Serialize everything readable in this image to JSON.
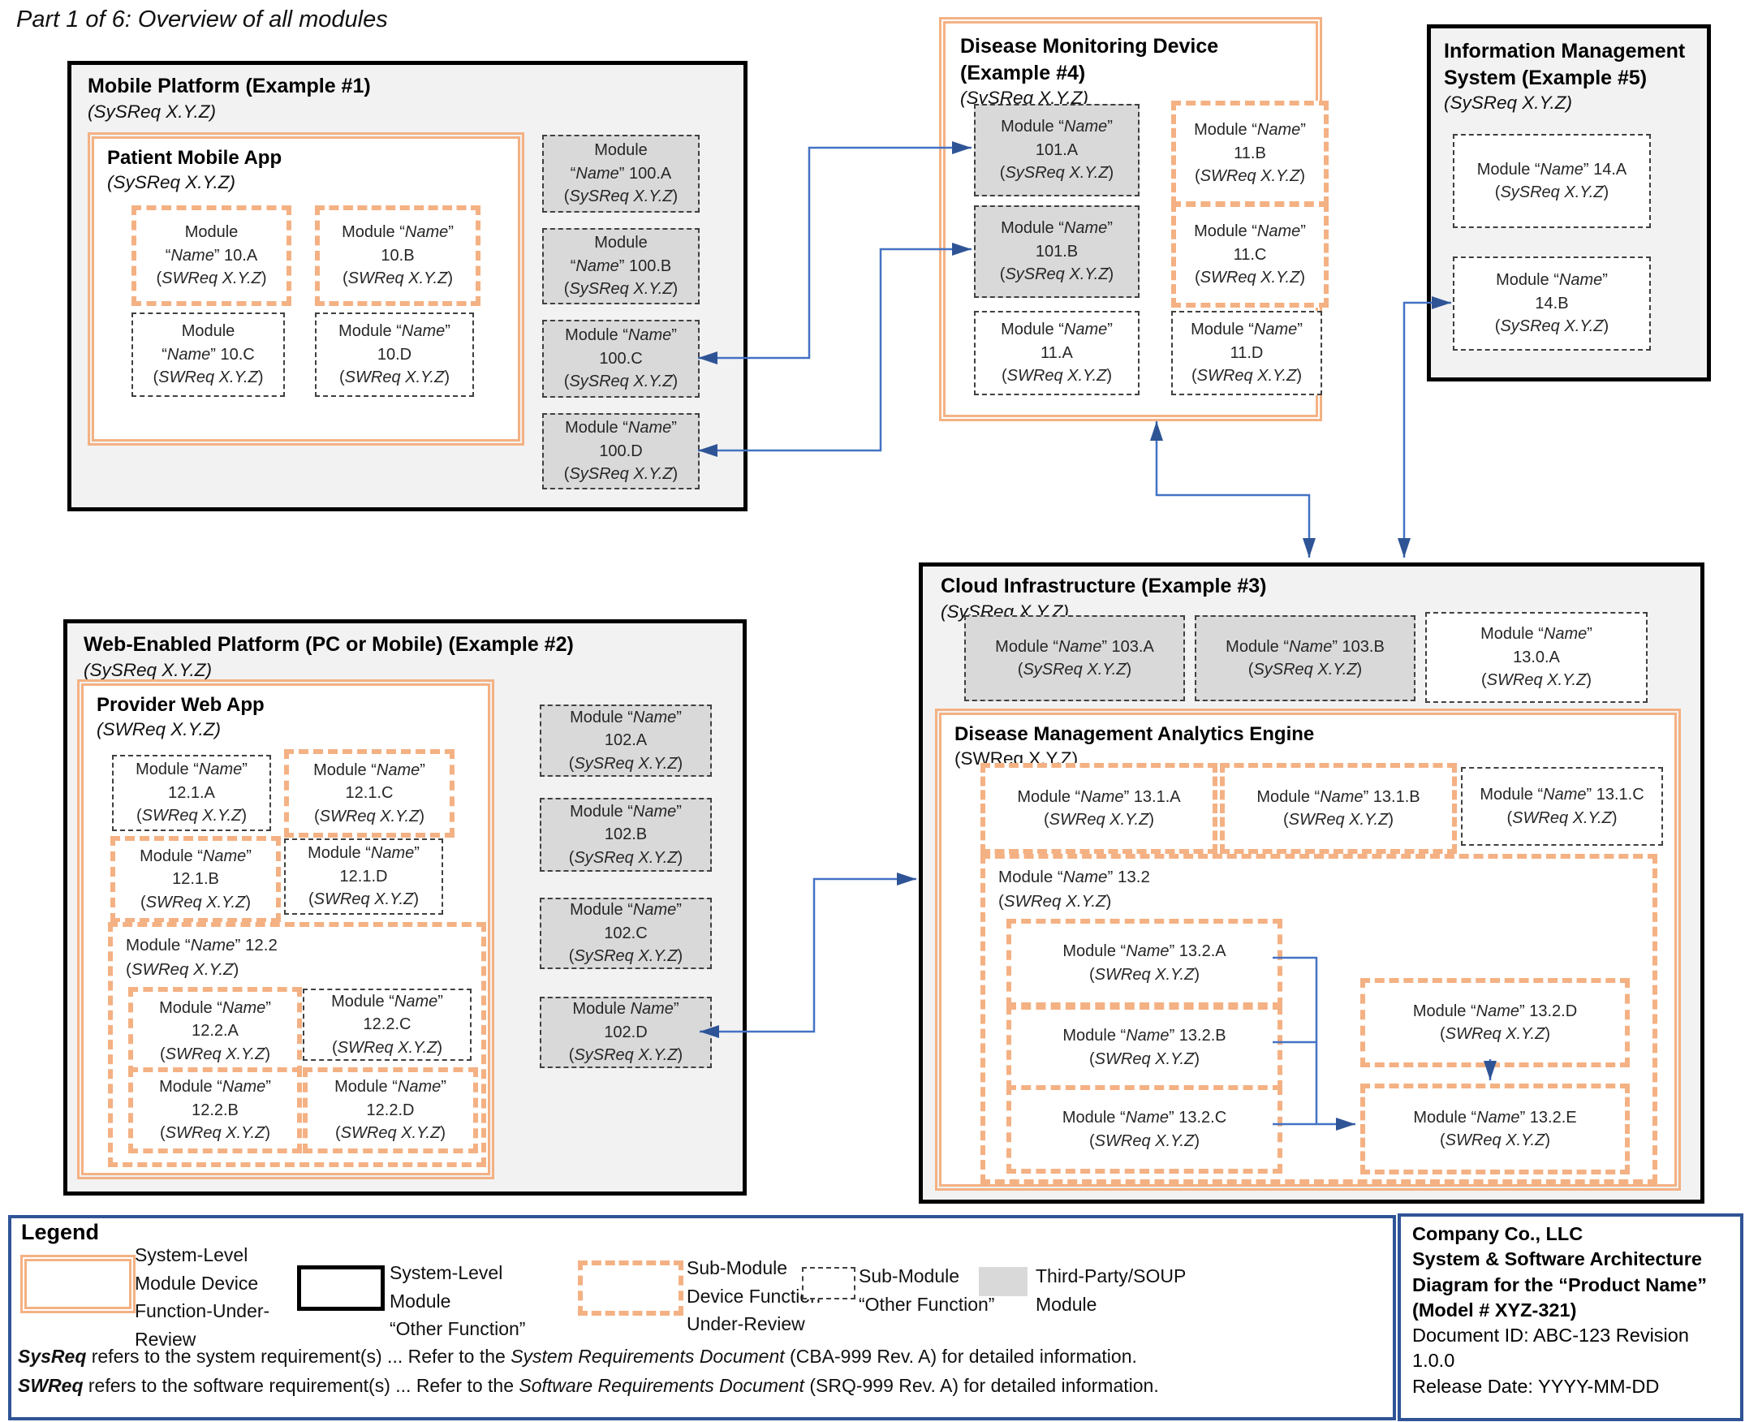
{
  "page": {
    "title": "Part 1 of 6: Overview of all modules"
  },
  "platforms": {
    "mobile": {
      "title": "Mobile Platform (Example #1)",
      "req": "(SySReq X.Y.Z)",
      "app": {
        "title": "Patient Mobile App",
        "req": "(SySReq X.Y.Z)"
      },
      "modules": {
        "m10A": [
          "Module",
          "“*Name*” 10.A",
          "(*SWReq X.Y.Z*)"
        ],
        "m10B": [
          "Module “*Name*”",
          "10.B",
          "(*SWReq X.Y.Z*)"
        ],
        "m10C": [
          "Module",
          "“*Name*” 10.C",
          "(*SWReq X.Y.Z*)"
        ],
        "m10D": [
          "Module “*Name*”",
          "10.D",
          "(*SWReq X.Y.Z*)"
        ],
        "m100A": [
          "Module",
          "“*Name*” 100.A",
          "(*SySReq X.Y.Z*)"
        ],
        "m100B": [
          "Module",
          "“*Name*” 100.B",
          "(*SySReq X.Y.Z*)"
        ],
        "m100C": [
          "Module “*Name*”",
          "100.C",
          "(*SySReq X.Y.Z*)"
        ],
        "m100D": [
          "Module “*Name*”",
          "100.D",
          "(*SySReq X.Y.Z*)"
        ]
      }
    },
    "web": {
      "title": "Web-Enabled Platform (PC or Mobile) (Example #2)",
      "req": "(SySReq X.Y.Z)",
      "app": {
        "title": "Provider Web App",
        "req": "(SWReq X.Y.Z)"
      },
      "modules": {
        "m121A": [
          "Module “*Name*”",
          "12.1.A",
          "(*SWReq X.Y.Z*)"
        ],
        "m121C": [
          "Module “*Name*”",
          "12.1.C",
          "(*SWReq X.Y.Z*)"
        ],
        "m121B": [
          "Module “*Name*”",
          "12.1.B",
          "(*SWReq X.Y.Z*)"
        ],
        "m121D": [
          "Module “*Name*”",
          "12.1.D",
          "(*SWReq X.Y.Z*)"
        ],
        "m122_title": [
          "Module “*Name*” 12.2",
          "(*SWReq X.Y.Z*)"
        ],
        "m122A": [
          "Module “*Name*”",
          "12.2.A",
          "(*SWReq X.Y.Z*)"
        ],
        "m122C": [
          "Module “*Name*”",
          "12.2.C",
          "(*SWReq X.Y.Z*)"
        ],
        "m122B": [
          "Module “*Name*”",
          "12.2.B",
          "(*SWReq X.Y.Z*)"
        ],
        "m122D": [
          "Module “*Name*”",
          "12.2.D",
          "(*SWReq X.Y.Z*)"
        ],
        "m102A": [
          "Module “*Name*”",
          "102.A",
          "(*SySReq X.Y.Z*)"
        ],
        "m102B": [
          "Module “*Name*”",
          "102.B",
          "(*SySReq X.Y.Z*)"
        ],
        "m102C": [
          "Module “*Name*”",
          "102.C",
          "(*SySReq X.Y.Z*)"
        ],
        "m102D": [
          "Module *Name*”",
          "102.D",
          "(*SySReq X.Y.Z*)"
        ]
      }
    },
    "monitor": {
      "title": "Disease Monitoring Device (Example #4)",
      "req": "(SySReq X.Y.Z)",
      "modules": {
        "m101A": [
          "Module “*Name*”",
          "101.A",
          "(*SySReq X.Y.Z*)"
        ],
        "m11B": [
          "Module “*Name*”",
          "11.B",
          "(*SWReq X.Y.Z*)"
        ],
        "m101B": [
          "Module “*Name*”",
          "101.B",
          "(*SySReq X.Y.Z*)"
        ],
        "m11C": [
          "Module “*Name*”",
          "11.C",
          "(*SWReq X.Y.Z*)"
        ],
        "m11A": [
          "Module “*Name*”",
          "11.A",
          "(*SWReq X.Y.Z*)"
        ],
        "m11D": [
          "Module “*Name*”",
          "11.D",
          "(*SWReq X.Y.Z*)"
        ]
      }
    },
    "ims": {
      "title": "Information Management System (Example #5)",
      "req": "(SySReq X.Y.Z)",
      "modules": {
        "m14A": [
          "Module “*Name*” 14.A",
          "(*SySReq X.Y.Z*)"
        ],
        "m14B": [
          "Module “*Name*”",
          "14.B",
          "(*SySReq X.Y.Z*)"
        ]
      }
    },
    "cloud": {
      "title": "Cloud Infrastructure (Example #3)",
      "req": "(SySReq X.Y.Z)",
      "engine": {
        "title": "Disease Management Analytics Engine",
        "req": "(SWReq X.Y.Z)"
      },
      "modules": {
        "m103A": [
          "Module “*Name*” 103.A",
          "(*SySReq X.Y.Z*)"
        ],
        "m103B": [
          "Module “*Name*” 103.B",
          "(*SySReq X.Y.Z*)"
        ],
        "m130A": [
          "Module “*Name*”",
          "13.0.A",
          "(*SWReq X.Y.Z*)"
        ],
        "m131A": [
          "Module “*Name*” 13.1.A",
          "(*SWReq X.Y.Z*)"
        ],
        "m131B": [
          "Module “*Name*” 13.1.B",
          "(*SWReq X.Y.Z*)"
        ],
        "m131C": [
          "Module “*Name*” 13.1.C",
          "(*SWReq X.Y.Z*)"
        ],
        "m132_title": [
          "Module “*Name*” 13.2",
          "(*SWReq X.Y.Z*)"
        ],
        "m132A": [
          "Module “*Name*” 13.2.A",
          "(*SWReq X.Y.Z*)"
        ],
        "m132B": [
          "Module “*Name*” 13.2.B",
          "(*SWReq X.Y.Z*)"
        ],
        "m132C": [
          "Module “*Name*” 13.2.C",
          "(*SWReq X.Y.Z*)"
        ],
        "m132D": [
          "Module “*Name*” 13.2.D",
          "(*SWReq X.Y.Z*)"
        ],
        "m132E": [
          "Module “*Name*” 13.2.E",
          "(*SWReq X.Y.Z*)"
        ]
      }
    }
  },
  "legend": {
    "title": "Legend",
    "items": [
      {
        "label_lines": [
          "System-Level",
          "Module Device",
          "Function-Under-",
          "Review"
        ]
      },
      {
        "label_lines": [
          "System-Level",
          "Module",
          "“Other Function”"
        ]
      },
      {
        "label_lines": [
          "Sub-Module",
          "Device Function-",
          "Under-Review"
        ]
      },
      {
        "label_lines": [
          "Sub-Module",
          "“Other Function”"
        ]
      },
      {
        "label_lines": [
          "Third-Party/SOUP",
          "Module"
        ]
      }
    ],
    "footnotes": [
      {
        "term": "SysReq",
        "text1": " refers to the system requirement(s)  ... Refer to the ",
        "doc": "System Requirements Document",
        "text2": " (CBA-999 Rev. A) for detailed information."
      },
      {
        "term": "SWReq",
        "text1": " refers to the software requirement(s)  ... Refer to the ",
        "doc": "Software Requirements Document",
        "text2": " (SRQ-999 Rev. A) for detailed information."
      }
    ]
  },
  "company": {
    "bold_lines": [
      "Company Co., LLC",
      "System & Software Architecture",
      "Diagram for the “Product Name”",
      "(Model # XYZ-321)"
    ],
    "lines": [
      "Document ID: ABC-123 Revision",
      "1.0.0",
      "Release Date: YYYY-MM-DD"
    ]
  },
  "colors": {
    "accent_orange": "#F4B183",
    "module_gray": "#D9D9D9",
    "panel_gray": "#F2F2F2",
    "arrow_blue": "#4472C4",
    "arrowhead_blue": "#2F5496",
    "legend_border": "#2F5496"
  }
}
